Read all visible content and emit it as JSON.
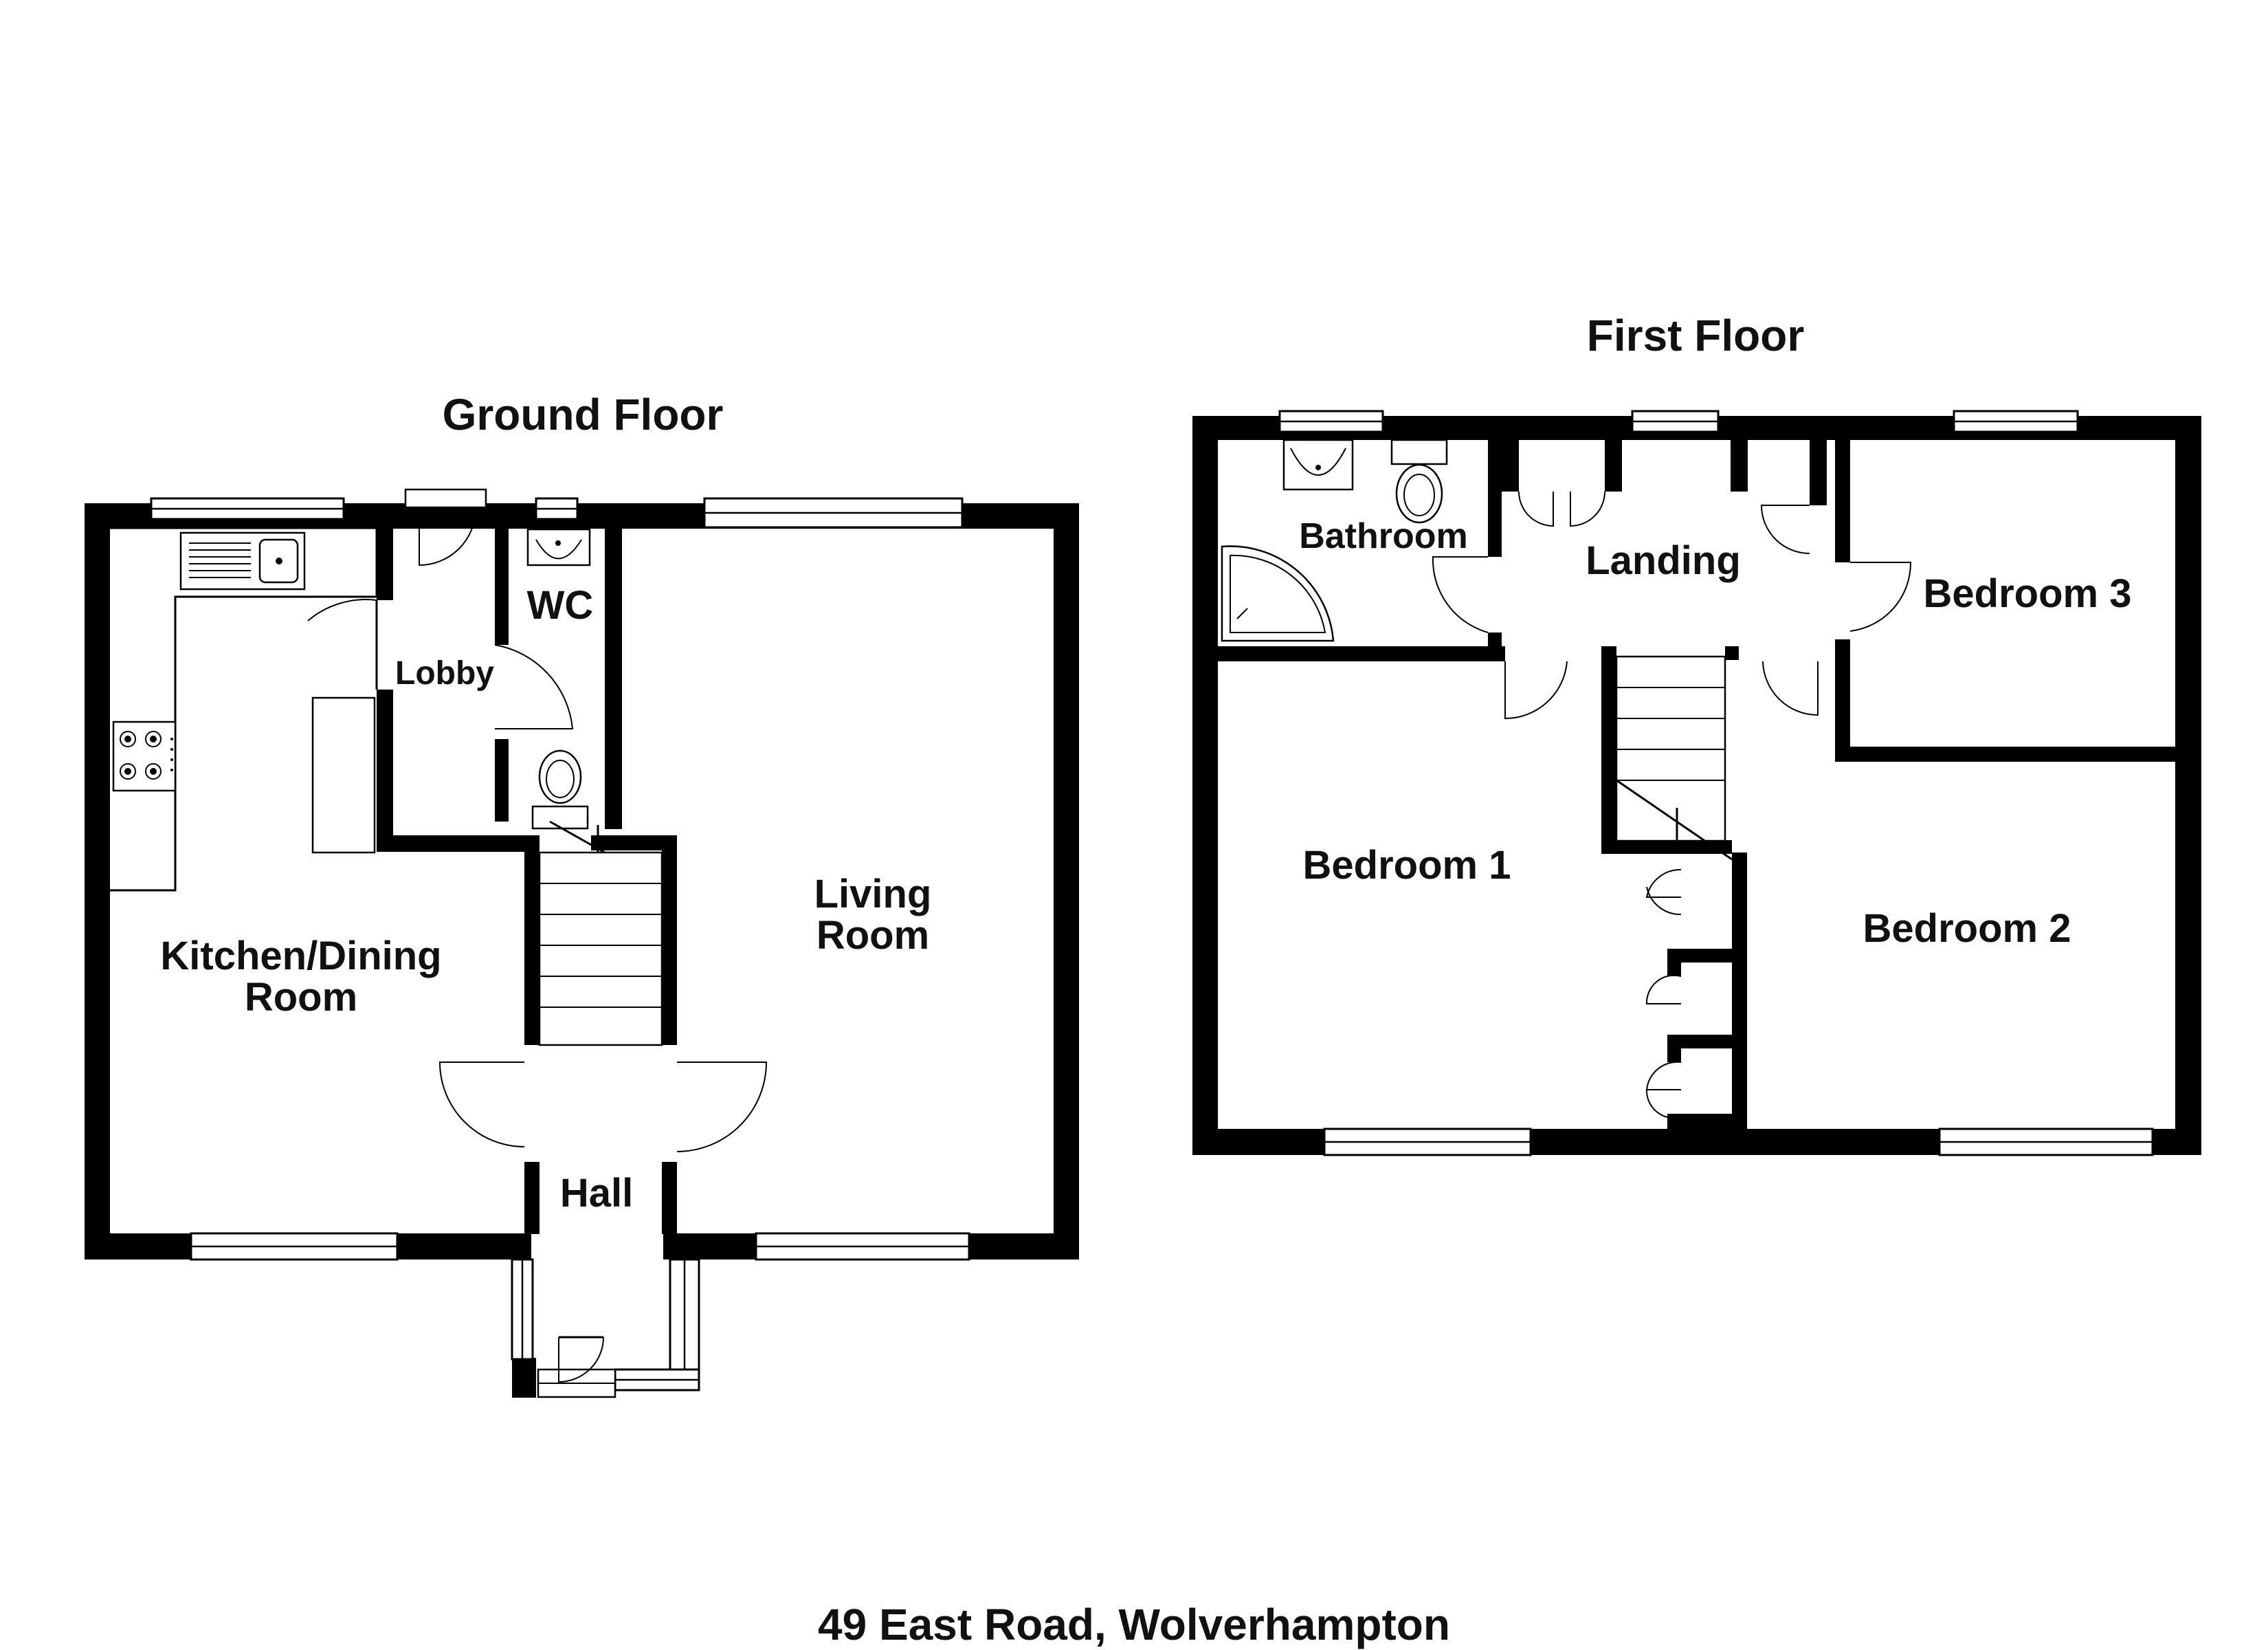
{
  "ground_floor": {
    "title": "Ground Floor",
    "rooms": {
      "kitchen_line1": "Kitchen/Dining",
      "kitchen_line2": "Room",
      "lobby": "Lobby",
      "wc": "WC",
      "living_line1": "Living",
      "living_line2": "Room",
      "hall": "Hall"
    }
  },
  "first_floor": {
    "title": "First Floor",
    "rooms": {
      "bathroom": "Bathroom",
      "landing": "Landing",
      "bedroom1": "Bedroom 1",
      "bedroom2": "Bedroom 2",
      "bedroom3": "Bedroom 3"
    }
  },
  "footer": {
    "address": "49 East Road, Wolverhampton"
  },
  "colors": {
    "wall": "#000000",
    "background": "#ffffff"
  }
}
